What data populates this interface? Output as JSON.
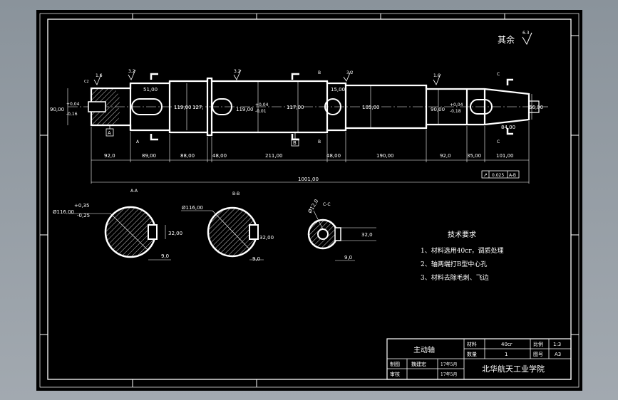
{
  "drawing": {
    "roughness_label": "其余",
    "roughness_value": "6.3",
    "surface_marks": [
      "1.6",
      "3.2",
      "3.2",
      "3.2",
      "1.6"
    ],
    "view_marks": [
      "A",
      "A",
      "B",
      "B",
      "C",
      "C"
    ],
    "dims_horizontal": [
      "92,0",
      "89,00",
      "88,00",
      "48,00",
      "211,00",
      "48,00",
      "190,00",
      "92,0",
      "35,00",
      "101,00"
    ],
    "dim_total": "1001,00",
    "dims_inside": [
      "51,00",
      "15,00",
      "84,00"
    ],
    "diameters": [
      "119,00",
      "127,",
      "119,00",
      "117,00",
      "105,00",
      "90,00",
      "66,00"
    ],
    "tolerance_left": [
      "+0,04",
      "90,00",
      "-0,16"
    ],
    "tolerance_mid": [
      "+0,04",
      "119,00",
      "-0,01"
    ],
    "tolerance_right": [
      "+0,04",
      "90,00",
      "-0,18"
    ],
    "datum_labels": [
      "A",
      "B"
    ],
    "runout": {
      "symbol": "↗",
      "value": "0.025",
      "datum": "A-B"
    },
    "small_label": "C2"
  },
  "sections": [
    {
      "title": "A-A",
      "diameter_top": "+0,35",
      "diameter": "Ø116,00",
      "diameter_bottom": "-0,25",
      "width": "32,00",
      "depth": "9,0"
    },
    {
      "title": "B-B",
      "diameter": "Ø116,00",
      "width": "32,00",
      "depth": "9,0"
    },
    {
      "title": "C-C",
      "diameter": "Ø12,0",
      "width": "32,0",
      "depth": "9,0"
    }
  ],
  "tech_req": {
    "title": "技术要求",
    "items": [
      "1、材料选用40cr，调质处理",
      "2、轴两端打B型中心孔",
      "3、材料去除毛刺、飞边"
    ]
  },
  "title_block": {
    "part_name": "主动轴",
    "material_label": "材料",
    "material_value": "40cr",
    "scale_label": "比例",
    "scale_value": "1:3",
    "qty_label": "数量",
    "qty_value": "1",
    "drawing_no_label": "图号",
    "drawing_no_value": "A3",
    "drawn_label": "制图",
    "drawn_name": "魏建宏",
    "drawn_date": "17年5月",
    "checked_label": "审核",
    "checked_date": "17年5月",
    "school": "北华航天工业学院"
  }
}
